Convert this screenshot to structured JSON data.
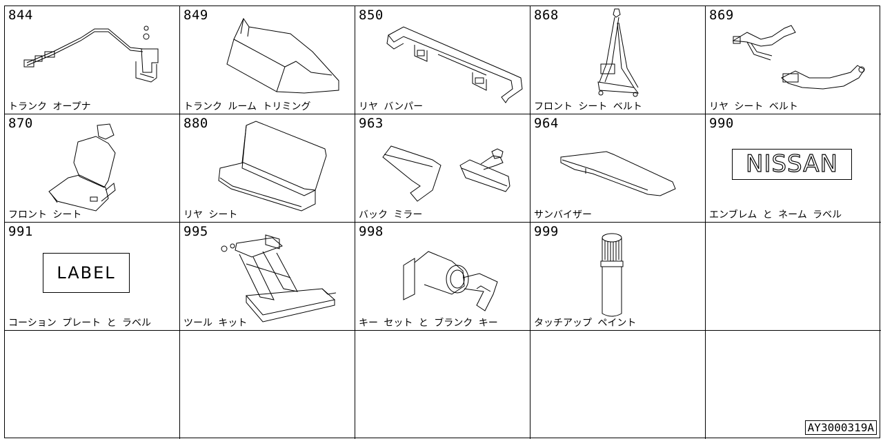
{
  "cells": [
    {
      "num": "844",
      "label": "トランク オープナ"
    },
    {
      "num": "849",
      "label": "トランク ルーム トリミング"
    },
    {
      "num": "850",
      "label": "リヤ バンパー"
    },
    {
      "num": "868",
      "label": "フロント シート ベルト"
    },
    {
      "num": "869",
      "label": "リヤ シート ベルト"
    },
    {
      "num": "870",
      "label": "フロント シート"
    },
    {
      "num": "880",
      "label": "リヤ シート"
    },
    {
      "num": "963",
      "label": "バック ミラー"
    },
    {
      "num": "964",
      "label": "サンバイザー"
    },
    {
      "num": "990",
      "label": "エンブレム と ネーム ラベル"
    },
    {
      "num": "991",
      "label": "コーション プレート と ラベル"
    },
    {
      "num": "995",
      "label": "ツール キット"
    },
    {
      "num": "998",
      "label": "キー セット と ブランク キー"
    },
    {
      "num": "999",
      "label": "タッチアップ ペイント"
    }
  ],
  "emblem_text": "NISSAN",
  "caution_label_text": "LABEL",
  "reference_code": "AY3000319A"
}
